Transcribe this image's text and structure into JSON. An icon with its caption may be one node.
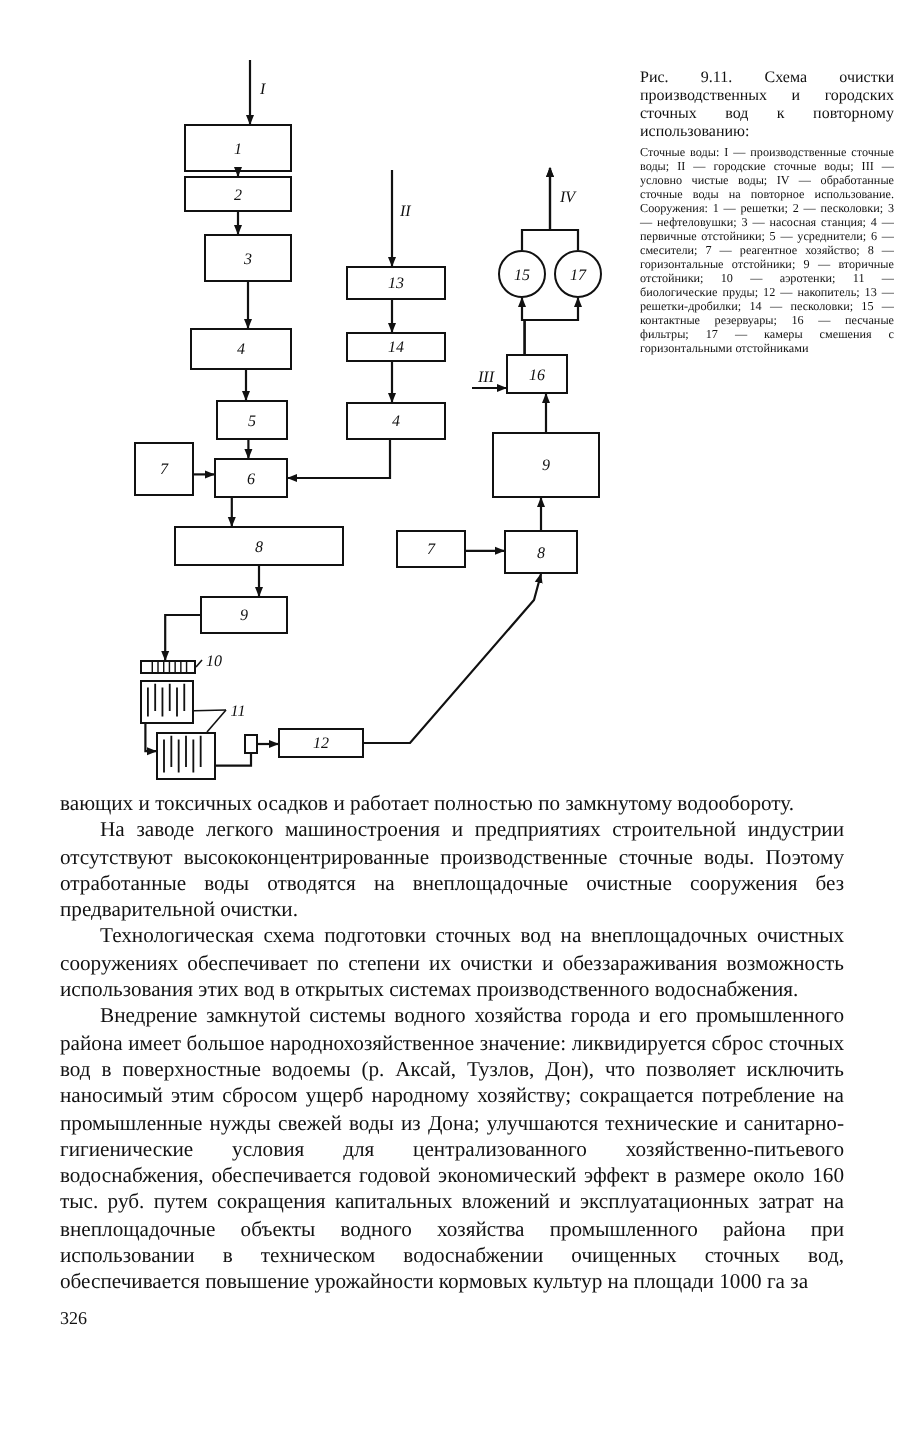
{
  "diagram": {
    "caption": "Рис. 9.11. Схема очистки производственных и городских сточных вод к повторному использованию:",
    "nodes": [
      {
        "text": [
          "1"
        ]
      },
      {
        "text": [
          "2"
        ]
      },
      {
        "text": [
          "3"
        ]
      },
      {
        "text": [
          "4"
        ]
      },
      {
        "text": [
          "5"
        ]
      },
      {
        "text": [
          "7"
        ]
      },
      {
        "text": [
          "6"
        ]
      },
      {
        "text": [
          "13"
        ]
      },
      {
        "text": [
          "14"
        ]
      },
      {
        "text": [
          "4"
        ]
      },
      {
        "text": [
          "15"
        ]
      },
      {
        "text": [
          "17"
        ]
      },
      {
        "text": [
          "16"
        ]
      },
      {
        "text": [
          "9"
        ]
      },
      {
        "text": [
          "7"
        ]
      },
      {
        "text": [
          "8"
        ]
      },
      {
        "text": [
          "8"
        ]
      },
      {
        "text": [
          "9"
        ]
      },
      {
        "text": [],
        "shape": "box"
      },
      {
        "text": [
          "10"
        ]
      },
      {
        "text": [],
        "shape": "box"
      },
      {
        "text": [],
        "shape": "box"
      },
      {
        "text": [
          "11"
        ]
      },
      {
        "text": [],
        "shape": "box"
      },
      {
        "text": [
          "12"
        ]
      }
    ],
    "edges": [
      {
        "from": null,
        "to": 0,
        "arrow": "to",
        "label": "I"
      },
      {
        "from": 0,
        "to": 1,
        "arrow": "to"
      },
      {
        "from": 1,
        "to": 2,
        "arrow": "to"
      },
      {
        "from": 2,
        "to": 3,
        "arrow": "to"
      },
      {
        "from": 3,
        "to": 4,
        "arrow": "to"
      },
      {
        "from": 4,
        "to": 6,
        "arrow": "to"
      },
      {
        "from": 5,
        "to": 6,
        "arrow": "to"
      },
      {
        "from": null,
        "to": 7,
        "arrow": "to",
        "label": "II"
      },
      {
        "from": 7,
        "to": 8,
        "arrow": "to"
      },
      {
        "from": 8,
        "to": 9,
        "arrow": "to"
      },
      {
        "from": 9,
        "to": 6,
        "arrow": "to"
      },
      {
        "from": 6,
        "to": 16,
        "arrow": "to"
      },
      {
        "from": 16,
        "to": 17,
        "arrow": "to"
      },
      {
        "from": 17,
        "to": 18,
        "arrow": "to"
      },
      {
        "from": 20,
        "to": 21,
        "arrow": "to"
      },
      {
        "from": 21,
        "to": 23,
        "arrow": "none"
      },
      {
        "from": 23,
        "to": 24,
        "arrow": "to"
      },
      {
        "from": 24,
        "to": 15,
        "arrow": "to"
      },
      {
        "from": 14,
        "to": 15,
        "arrow": "to"
      },
      {
        "from": 15,
        "to": 13,
        "arrow": "to"
      },
      {
        "from": 13,
        "to": 12,
        "arrow": "to"
      },
      {
        "from": null,
        "to": 12,
        "arrow": "to",
        "label": "III"
      },
      {
        "from": 12,
        "to": 10,
        "arrow": "to"
      },
      {
        "from": 12,
        "to": 11,
        "arrow": "to"
      },
      {
        "from": 10,
        "to": null,
        "arrow": "to",
        "label": "IV"
      },
      {
        "from": 11,
        "to": null,
        "arrow": "to"
      },
      {
        "from": 19,
        "to": 18,
        "arrow": "none"
      },
      {
        "from": 22,
        "to": 20,
        "arrow": "none"
      },
      {
        "from": 22,
        "to": 21,
        "arrow": "none"
      }
    ],
    "labels": [
      "Сточные воды: I — производственные сточные воды; II — городские сточные воды; III — условно чистые воды; IV — обработанные сточные воды на повторное использование. Сооружения: 1 — решетки; 2 — песколовки; 3 — нефтеловушки; 3 — насосная станция; 4 — первичные отстойники; 5 — усреднители; 6 — смесители; 7 — реагентное хозяйство; 8 — горизонтальные отстойники; 9 — вторичные отстойники; 10 — аэротенки; 11 — биологические пруды; 12 — накопитель; 13 — решетки-дробилки; 14 — песколовки; 15 — контактные резервуары; 16 — песчаные фильтры; 17 — камеры смешения с горизонтальными отстойниками",
      "вающих и токсичных осадков и работает полностью по замкнутому водообороту.",
      "На заводе легкого машиностроения и предприятиях строительной индустрии отсутствуют высококонцентрированные производственные сточные воды. Поэтому отработанные воды отводятся на внеплощадочные очистные сооружения без предварительной очистки.",
      "Технологическая схема подготовки сточных вод на внеплощадочных очистных сооружениях обеспечивает по степени их очистки и обеззараживания возможность использования этих вод в открытых системах производственного водоснабжения.",
      "Внедрение замкнутой системы водного хозяйства города и его промышленного района имеет большое народнохозяйственное значение: ликвидируется сброс сточных вод в поверхностные водоемы (р. Аксай, Тузлов, Дон), что позволяет исключить наносимый этим сбросом ущерб народному хозяйству; сокращается потребление на промышленные нужды свежей воды из Дона; улучшаются технические и санитарно-гигиенические условия для централизованного хозяйственно-питьевого водоснабжения, обеспечивается годовой экономический эффект в размере около 160 тыс. руб. путем сокращения капитальных вложений и эксплуатационных затрат на внеплощадочные объекты водного хозяйства промышленного района при использовании в техническом водоснабжении очищенных сточных вод, обеспечивается повышение урожайности кормовых культур на площади 1000 га за",
      "326"
    ]
  }
}
